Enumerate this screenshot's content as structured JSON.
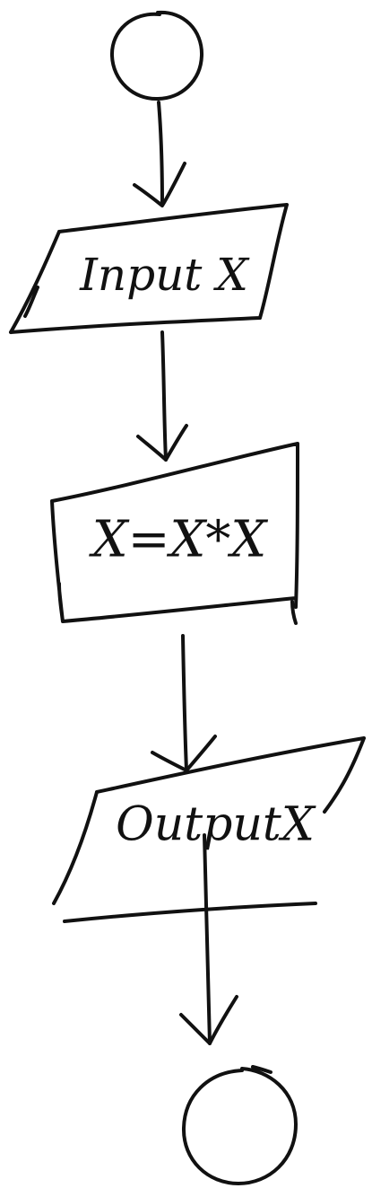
{
  "diagram": {
    "type": "flowchart",
    "ink_color": "#111111",
    "background_color": "#ffffff",
    "nodes": [
      {
        "id": "start",
        "shape": "terminal-circle",
        "label": ""
      },
      {
        "id": "input",
        "shape": "parallelogram",
        "label": "Input X"
      },
      {
        "id": "process",
        "shape": "rectangle",
        "label": "X=X*X"
      },
      {
        "id": "output",
        "shape": "parallelogram",
        "label": "OutputX"
      },
      {
        "id": "end",
        "shape": "terminal-circle",
        "label": ""
      }
    ],
    "edges": [
      {
        "from": "start",
        "to": "input"
      },
      {
        "from": "input",
        "to": "process"
      },
      {
        "from": "process",
        "to": "output"
      },
      {
        "from": "output",
        "to": "end"
      }
    ]
  }
}
